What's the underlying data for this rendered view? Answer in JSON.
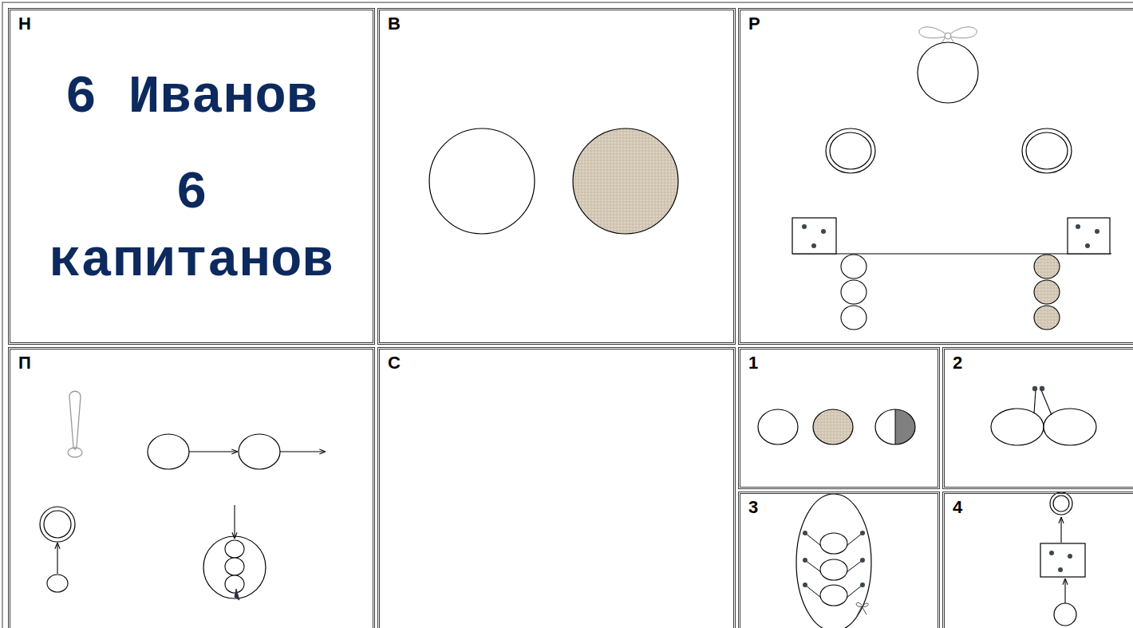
{
  "diagram": {
    "nodes": [
      {
        "text": [
          "Н",
          "6 Иванов",
          "6 капитанов"
        ]
      },
      {
        "text": [
          "В"
        ]
      },
      {
        "text": [
          "Р"
        ]
      },
      {
        "text": [
          "П"
        ]
      },
      {
        "text": [
          "С"
        ]
      },
      {
        "text": [
          "1"
        ]
      },
      {
        "text": [
          "2"
        ]
      },
      {
        "text": [
          "3"
        ]
      },
      {
        "text": [
          "4"
        ]
      }
    ]
  }
}
